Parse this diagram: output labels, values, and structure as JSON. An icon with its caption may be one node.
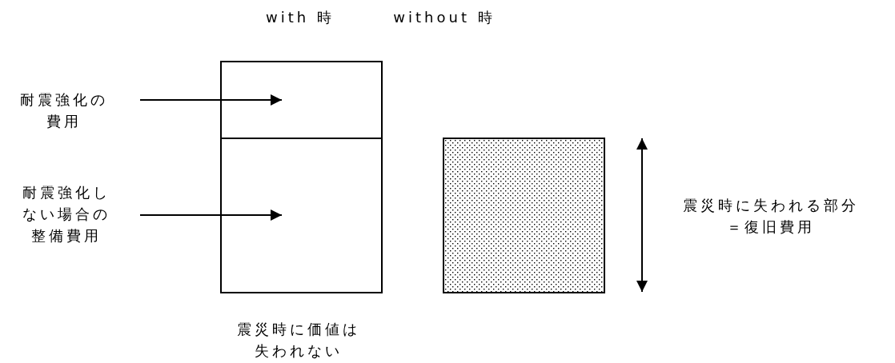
{
  "diagram": {
    "nodes": [
      {
        "text": [
          "耐震強化の費用"
        ]
      },
      {
        "text": [],
        "shape": "box"
      },
      {
        "text": [
          "耐震強化しない場合の整備費用"
        ]
      },
      {
        "text": [],
        "shape": "box"
      },
      {
        "text": [],
        "shape": "box"
      }
    ],
    "edges": [
      {
        "from": 0,
        "to": 1,
        "arrow": "to"
      },
      {
        "from": 2,
        "to": 3,
        "arrow": "to"
      }
    ],
    "labels": [
      "with 時",
      "without 時",
      "震災時に失われる部分＝復旧費用",
      "震災時に価値は失われない"
    ]
  }
}
